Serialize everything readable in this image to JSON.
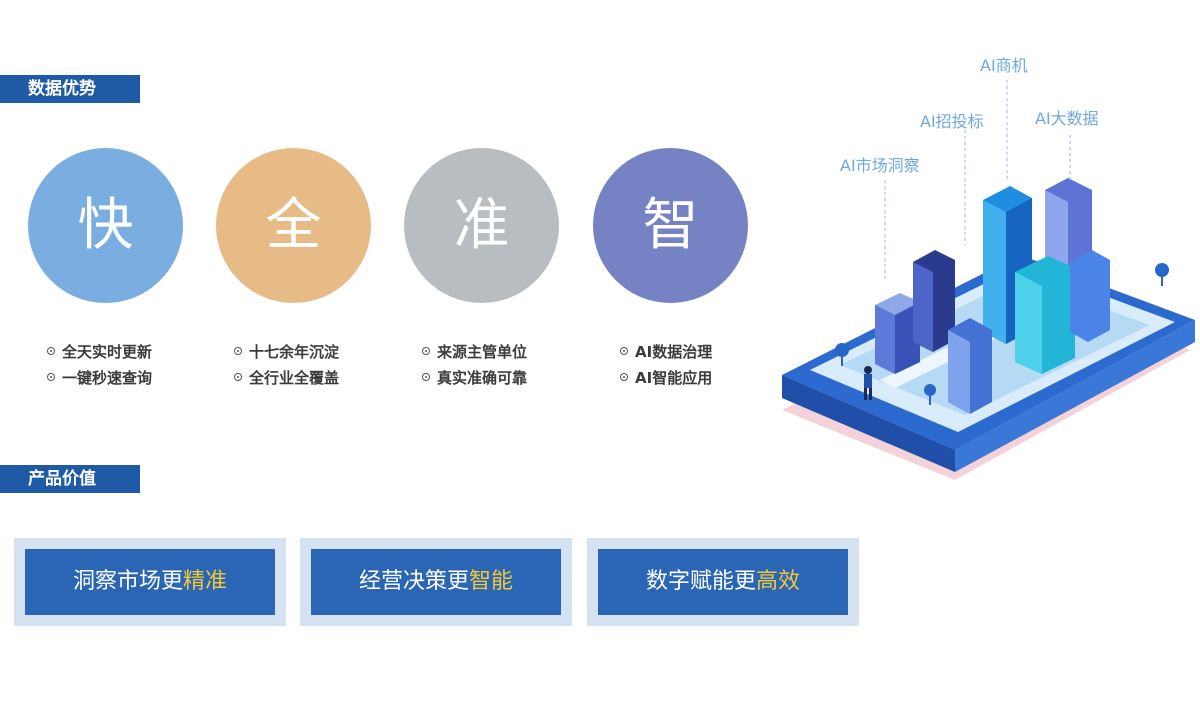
{
  "sections": {
    "advantages": "数据优势",
    "value": "产品价值"
  },
  "pillars": [
    {
      "char": "快",
      "color": "#7aade0",
      "features": [
        "全天实时更新",
        "一键秒速查询"
      ]
    },
    {
      "char": "全",
      "color": "#e6bb86",
      "features": [
        "十七余年沉淀",
        "全行业全覆盖"
      ]
    },
    {
      "char": "准",
      "color": "#b7bdc1",
      "features": [
        "来源主管单位",
        "真实准确可靠"
      ]
    },
    {
      "char": "智",
      "color": "#7583c4",
      "features": [
        "AI数据治理",
        "AI智能应用"
      ]
    }
  ],
  "values": [
    {
      "prefix": "洞察市场更",
      "highlight": "精准"
    },
    {
      "prefix": "经营决策更",
      "highlight": "智能"
    },
    {
      "prefix": "数字赋能更",
      "highlight": "高效"
    }
  ],
  "illustration": {
    "labels": [
      "AI商机",
      "AI招投标",
      "AI大数据",
      "AI市场洞察"
    ]
  },
  "colors": {
    "brand": "#1f5aa6",
    "card": "#2a66b5",
    "highlight": "#f3c838"
  }
}
